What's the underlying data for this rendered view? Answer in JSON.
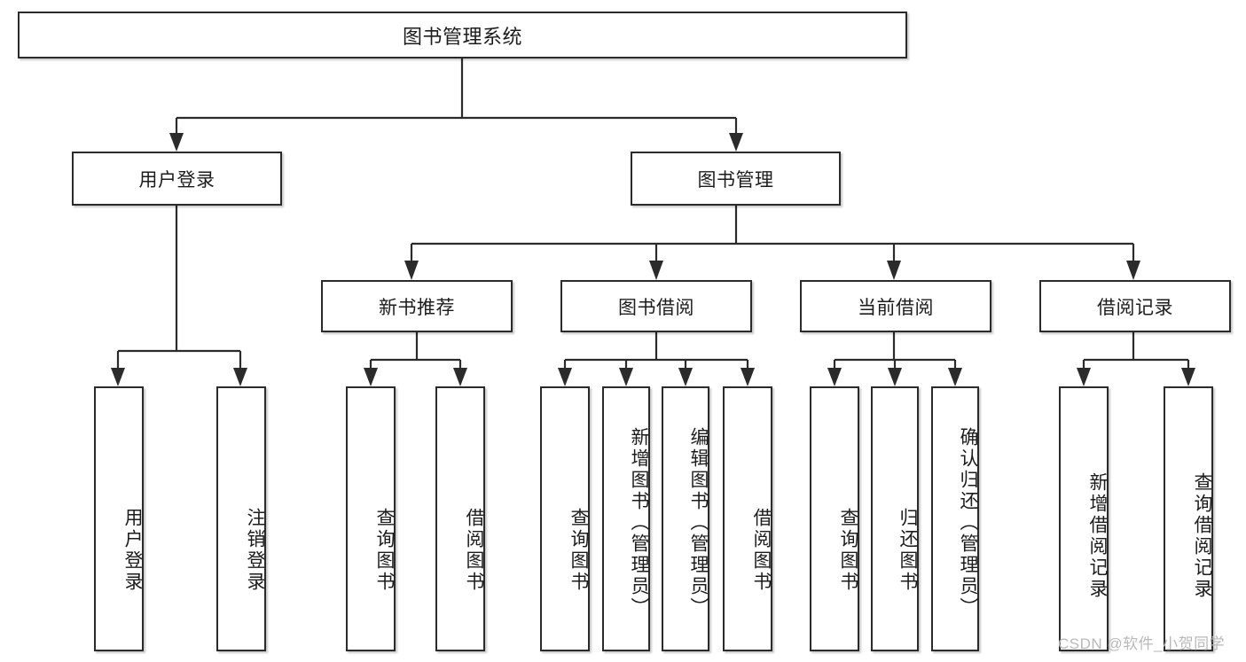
{
  "diagram": {
    "title": "图书管理系统",
    "type": "tree-hierarchy-chart",
    "watermark": "CSDN @软件_小贺同学",
    "colors": {
      "box_border": "#2b2b2b",
      "box_fill": "#ffffff",
      "text": "#1c1c1c",
      "edge": "#2b2b2b",
      "watermark": "#b9b9b9"
    },
    "root": {
      "label": "图书管理系统"
    },
    "level2": [
      {
        "label": "用户登录"
      },
      {
        "label": "图书管理"
      }
    ],
    "level3": [
      {
        "label": "新书推荐"
      },
      {
        "label": "图书借阅"
      },
      {
        "label": "当前借阅"
      },
      {
        "label": "借阅记录"
      }
    ],
    "leaves": {
      "user_login": [
        {
          "label": "用户登录"
        },
        {
          "label": "注销登录"
        }
      ],
      "new_book_recommend": [
        {
          "label": "查询图书"
        },
        {
          "label": "借阅图书"
        }
      ],
      "book_borrow": [
        {
          "label": "查询图书"
        },
        {
          "label": "新增图书（管理员）"
        },
        {
          "label": "编辑图书（管理员）"
        },
        {
          "label": "借阅图书"
        }
      ],
      "current_borrow": [
        {
          "label": "查询图书"
        },
        {
          "label": "归还图书"
        },
        {
          "label": "确认归还（管理员）"
        }
      ],
      "borrow_record": [
        {
          "label": "新增借阅记录"
        },
        {
          "label": "查询借阅记录"
        }
      ]
    }
  }
}
